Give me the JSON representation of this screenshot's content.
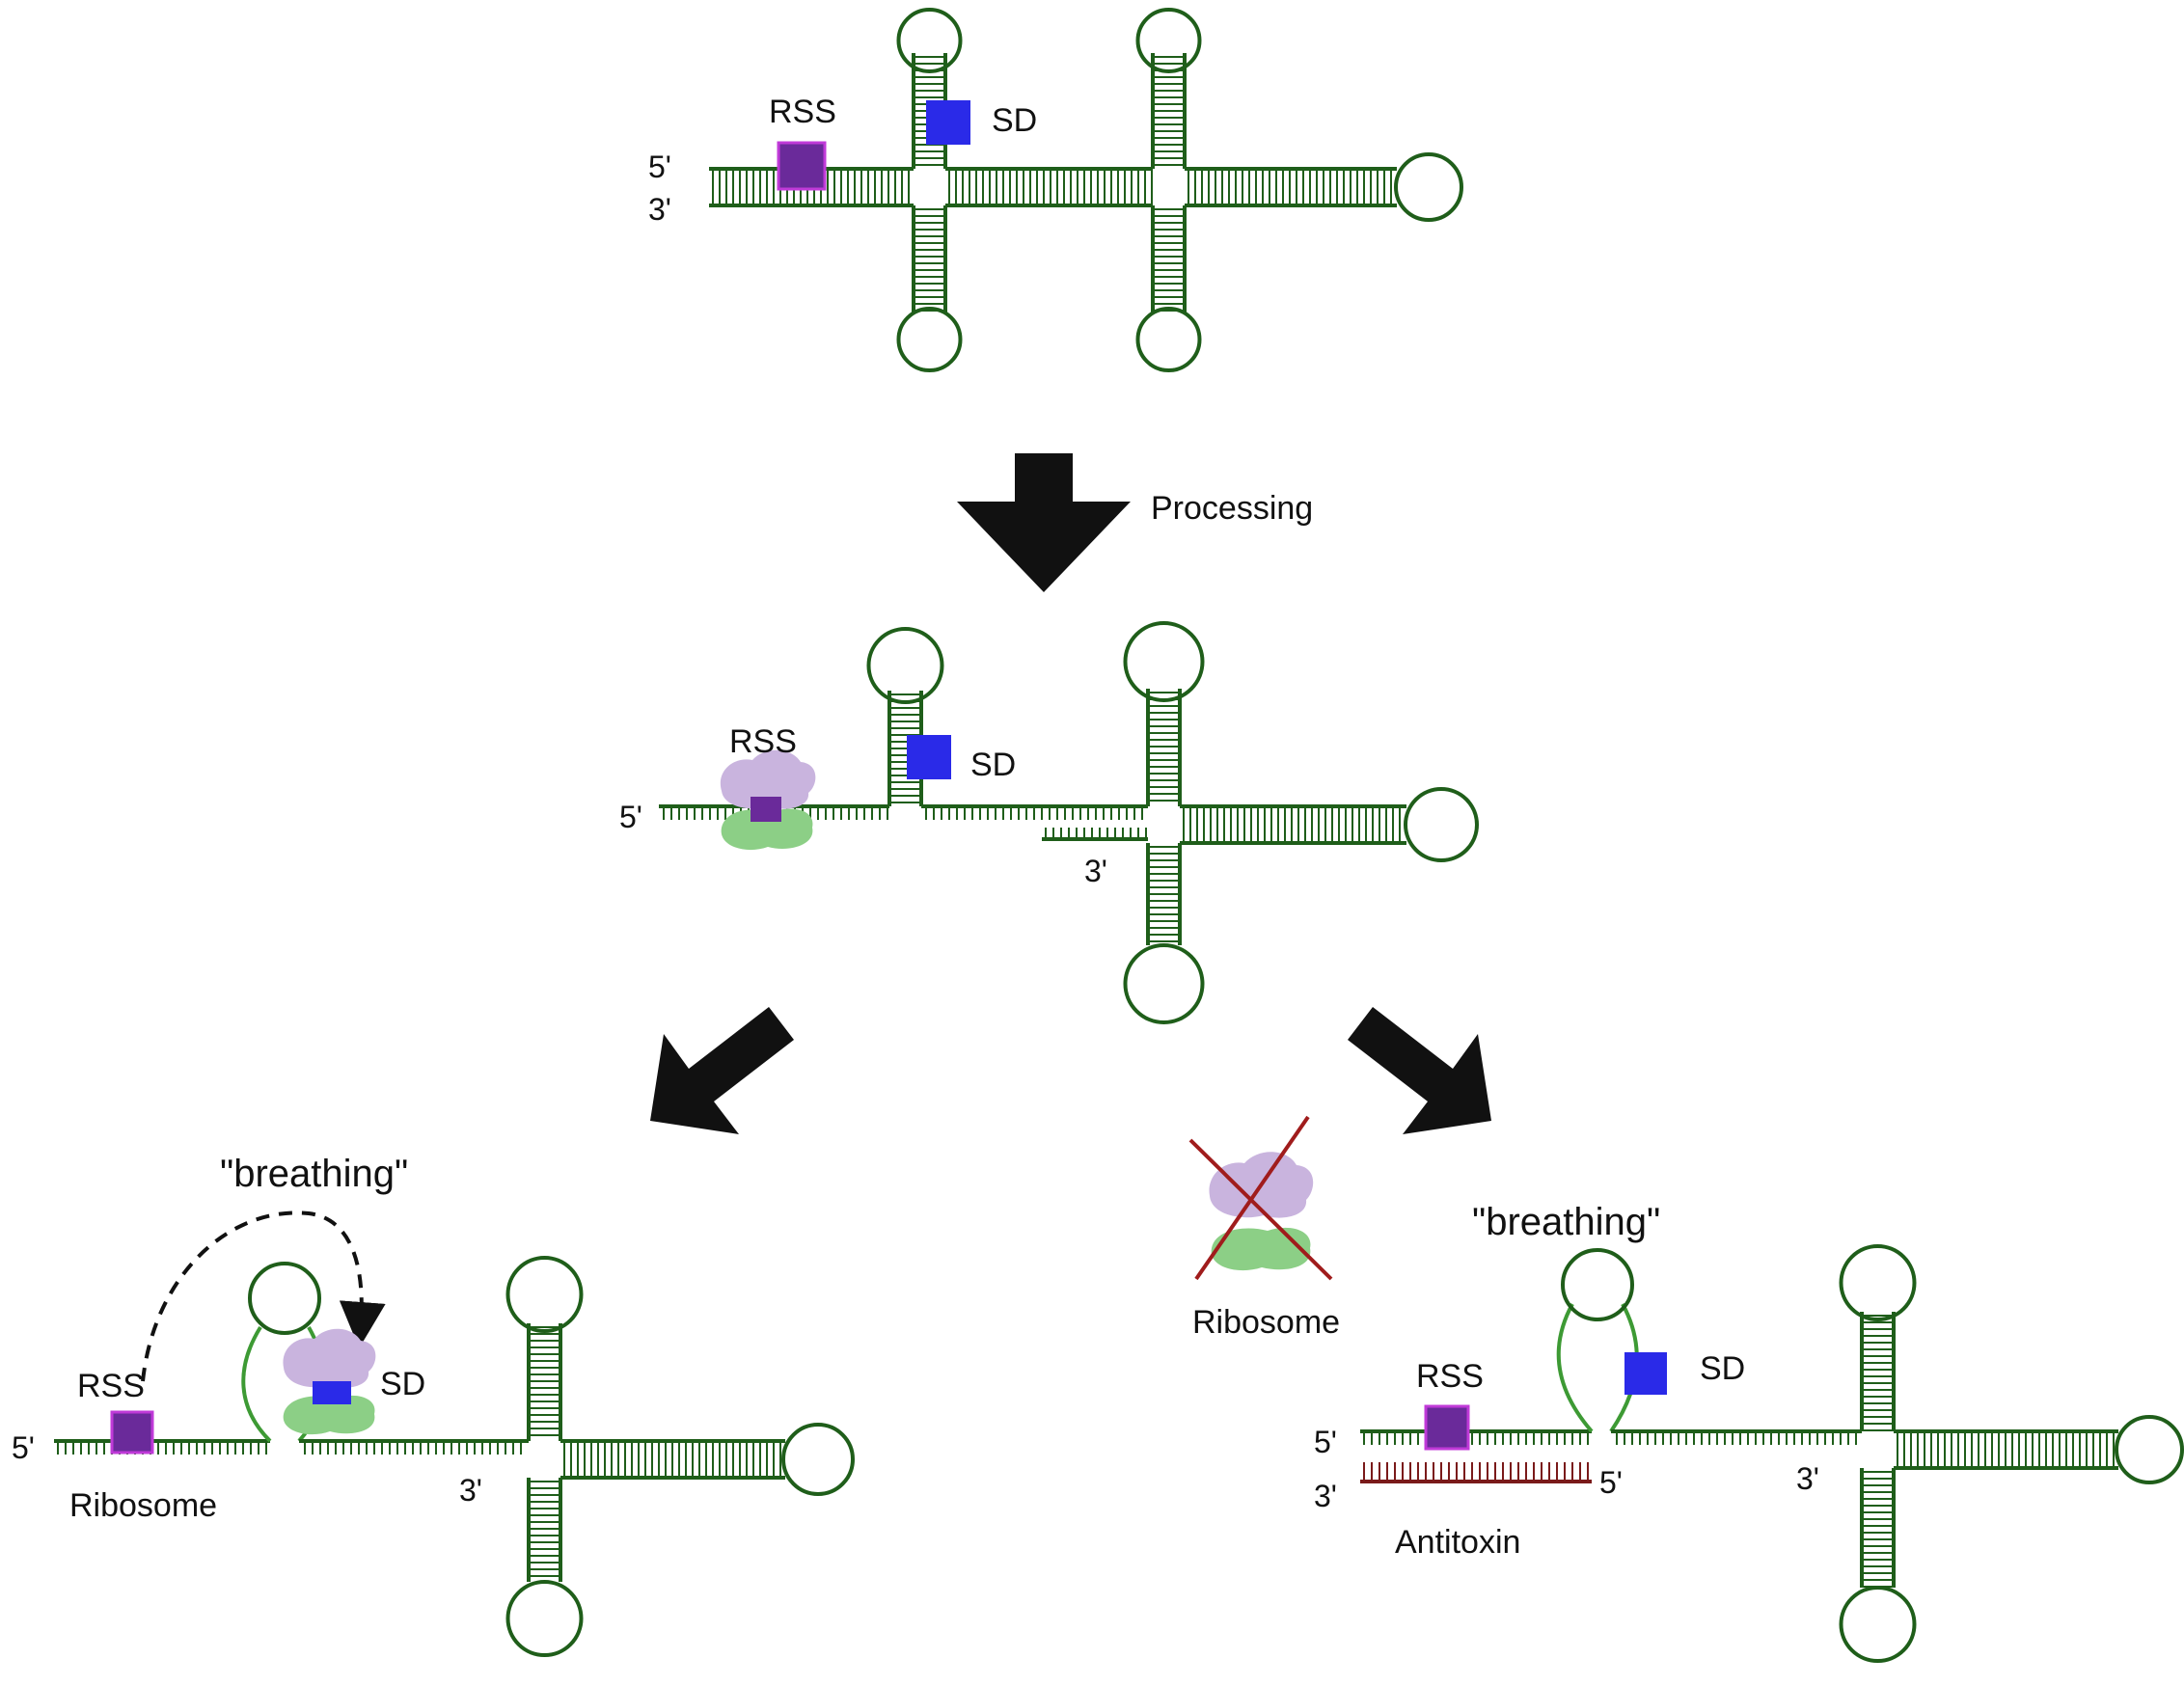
{
  "labels": {
    "five_prime": "5'",
    "three_prime": "3'",
    "rss": "RSS",
    "sd": "SD",
    "processing": "Processing",
    "breathing": "\"breathing\"",
    "ribosome": "Ribosome",
    "antitoxin": "Antitoxin"
  },
  "colors": {
    "rna_strand": "#1f5e1a",
    "rna_loop_open": "#3d9a34",
    "rss_box": "#6a2a9a",
    "rss_box_border": "#c03ad8",
    "sd_box": "#2a2ae8",
    "ribosome_large": "#c9b4de",
    "ribosome_small": "#8ccf86",
    "antitoxin": "#7a1a1a",
    "cross": "#a01c1c",
    "arrow": "#111111"
  }
}
